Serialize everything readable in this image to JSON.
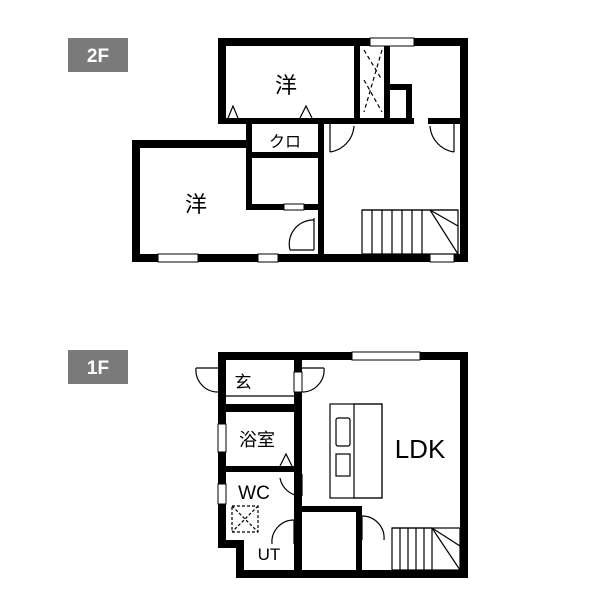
{
  "floors": {
    "second": {
      "label": "2F",
      "rooms": {
        "western_room_top": "洋",
        "western_room_left": "洋",
        "closet": "クロ"
      }
    },
    "first": {
      "label": "1F",
      "rooms": {
        "entrance": "玄",
        "bathroom": "浴室",
        "toilet": "WC",
        "utility": "UT",
        "living_dining_kitchen": "LDK"
      }
    }
  },
  "colors": {
    "wall": "#000000",
    "badge": "#7a7a7a",
    "background": "#ffffff"
  }
}
